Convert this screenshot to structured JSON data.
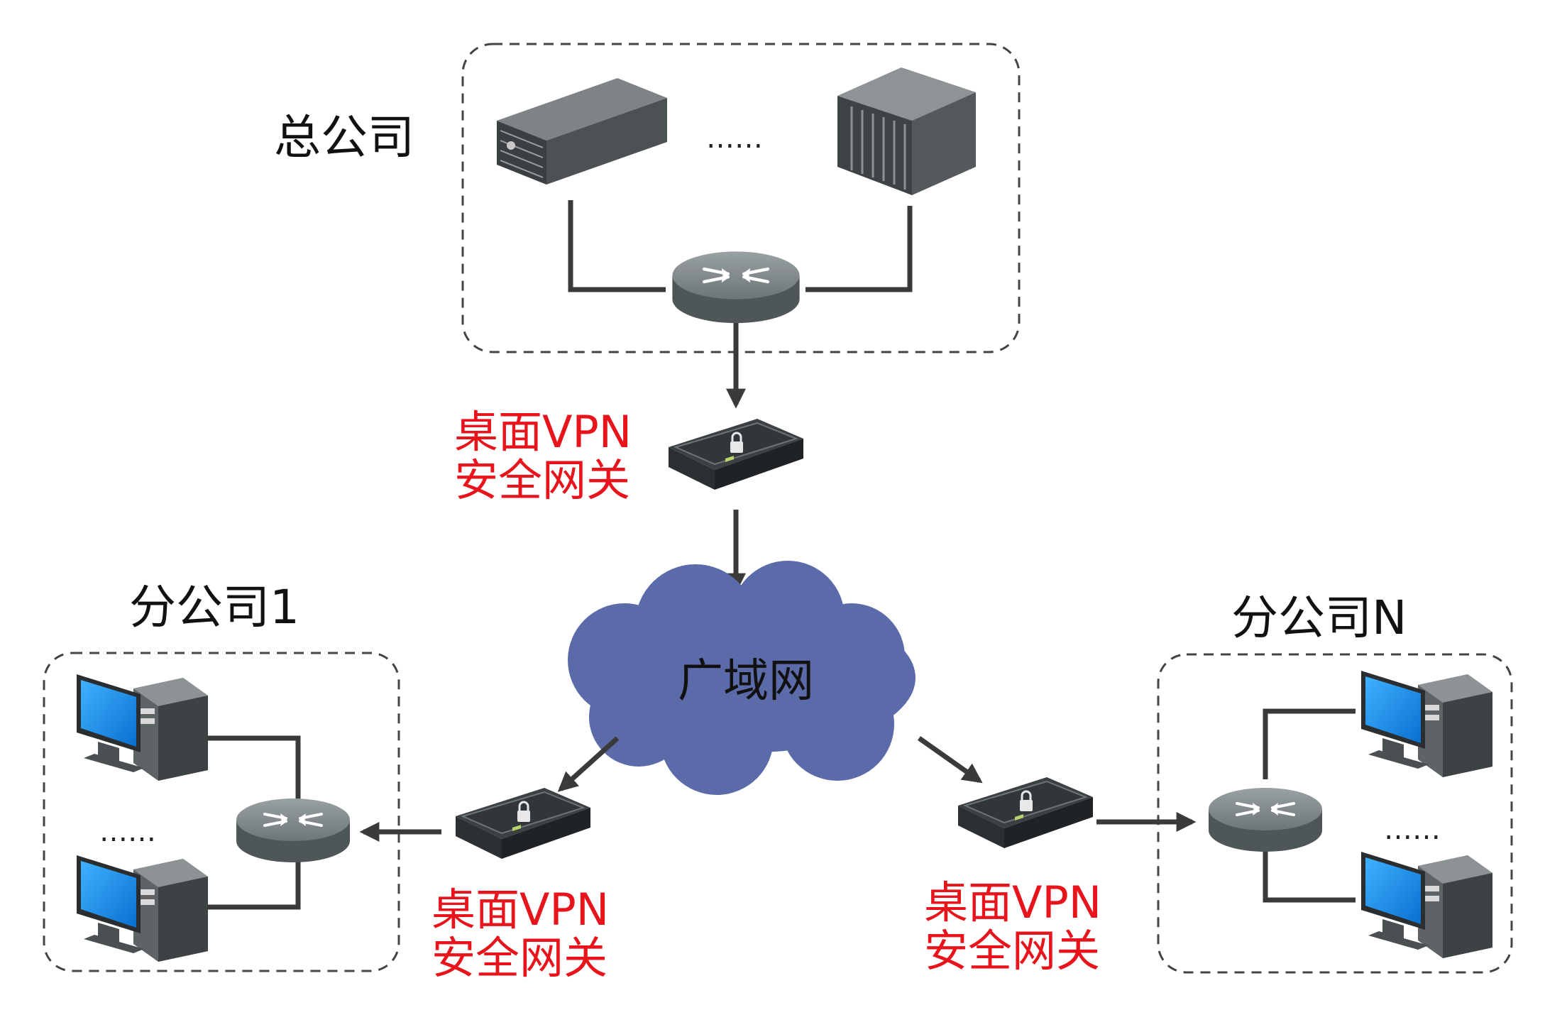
{
  "regions": {
    "hq": {
      "label": "总公司",
      "ellipsis": "……"
    },
    "branch1": {
      "label": "分公司1",
      "ellipsis": "……"
    },
    "branchN": {
      "label": "分公司N",
      "ellipsis": "……"
    }
  },
  "cloud": {
    "label": "广域网"
  },
  "gateways": {
    "hq": {
      "line1": "桌面VPN",
      "line2": "安全网关"
    },
    "branch1": {
      "line1": "桌面VPN",
      "line2": "安全网关"
    },
    "branchN": {
      "line1": "桌面VPN",
      "line2": "安全网关"
    }
  },
  "colors": {
    "gateway_text": "#e8141b",
    "cloud_fill": "#5b6aa8",
    "line": "#3a3a3a",
    "dashed_border": "#444444"
  }
}
